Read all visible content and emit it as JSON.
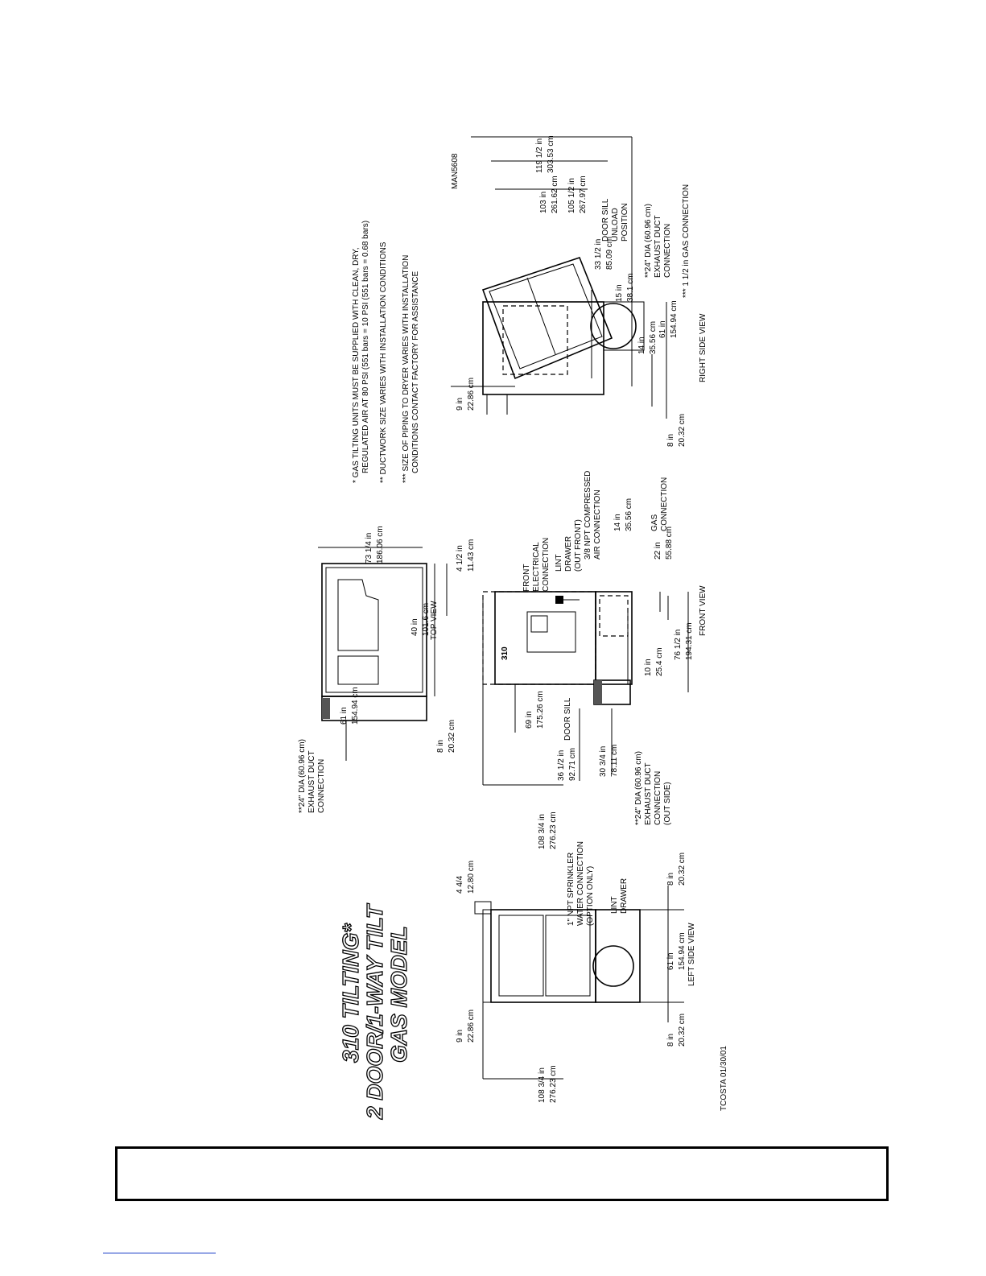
{
  "drawing_id": "MAN5608",
  "title": {
    "line1": "310 TILTING*",
    "line2": "2 DOOR/1-WAY TILT",
    "line3": "GAS MODEL"
  },
  "author_stamp": "TCOSTA 01/30/01",
  "notes": [
    "* GAS TILTING UNITS MUST BE SUPPLIED WITH CLEAN, DRY,",
    "REGULATED AIR AT 80 PSI (551 bars = 10 PSI (551 bars = 0.68 bars)",
    "** DUCTWORK SIZE VARIES WITH INSTALLATION CONDITIONS",
    "*** SIZE OF PIPING TO DRYER VARIES WITH INSTALLATION",
    "CONDITIONS CONTACT FACTORY FOR ASSISTANCE"
  ],
  "views": {
    "left_side": {
      "label": "LEFT SIDE VIEW",
      "dims": [
        "108 3/4 in",
        "276.23 cm",
        "9 in",
        "22.86 cm",
        "8 in",
        "20.32 cm",
        "61 in",
        "154.94 cm",
        "8 in",
        "20.32 cm",
        "4 4/4",
        "12.80 cm"
      ],
      "callouts": [
        "1\" NPT SPRINKLER",
        "WATER CONNECTION",
        "(OPTION ONLY)",
        "LINT",
        "DRAWER"
      ]
    },
    "top": {
      "label": "TOP VIEW",
      "dims": [
        "73 1/4 in",
        "186.06 cm",
        "4 1/2 in",
        "11.43 cm",
        "40 in",
        "101.6 cm",
        "61 in",
        "154.94 cm",
        "8 in",
        "20.32 cm"
      ],
      "callouts": [
        "**24\" DIA (60.96 cm)",
        "EXHAUST DUCT",
        "CONNECTION"
      ]
    },
    "front": {
      "label": "FRONT VIEW",
      "model_badge": "310",
      "dims": [
        "108 3/4 in",
        "276.23 cm",
        "36 1/2 in",
        "92.71 cm",
        "30 3/4 in",
        "78.11 cm",
        "69 in",
        "175.26 cm",
        "10 in",
        "25.4 cm",
        "76 1/2 in",
        "194.31 cm",
        "22 in",
        "55.88 cm",
        "14 in",
        "35.56 cm"
      ],
      "callouts": [
        "FRONT",
        "ELECTRICAL",
        "CONNECTION",
        "LINT",
        "DRAWER",
        "(OUT FRONT)",
        "3/8 NPT COMPRESSED",
        "AIR CONNECTION",
        "GAS",
        "CONNECTION",
        "DOOR SILL",
        "**24\" DIA (60.96 cm)",
        "EXHAUST DUCT",
        "CONNECTION",
        "(OUT SIDE)"
      ]
    },
    "right_side": {
      "label": "RIGHT SIDE VIEW",
      "dims": [
        "119 1/2 in",
        "303.53 cm",
        "105 1/2 in",
        "267.97 cm",
        "103 in",
        "261.62 cm",
        "33 1/2 in",
        "85.09 cm",
        "15 in",
        "38.1 cm",
        "14 in",
        "35.56 cm",
        "61 in",
        "154.94 cm",
        "9 in",
        "22.86 cm",
        "8 in",
        "20.32 cm"
      ],
      "callouts": [
        "DOOR SILL",
        "UNLOAD",
        "POSITION",
        "**24\" DIA (60.96 cm)",
        "EXHAUST DUCT",
        "CONNECTION",
        "*** 1 1/2 in GAS CONNECTION"
      ]
    }
  },
  "footer_box_text": ""
}
